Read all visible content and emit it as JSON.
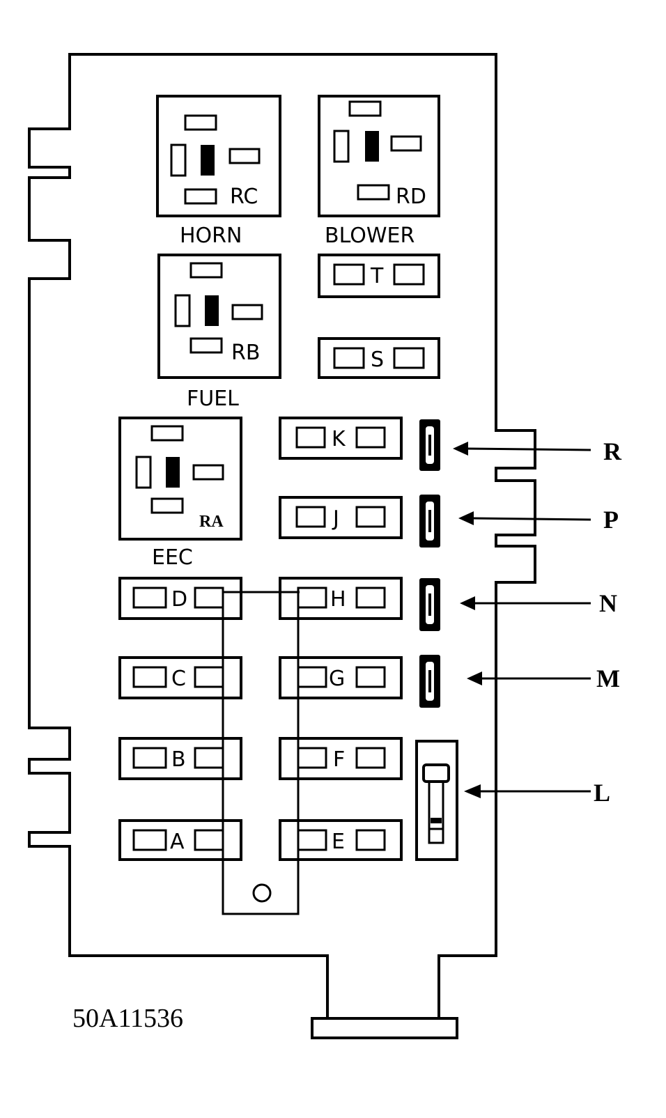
{
  "relays": {
    "rc": {
      "code": "RC",
      "name": "HORN"
    },
    "rd": {
      "code": "RD",
      "name": "BLOWER"
    },
    "rb": {
      "code": "RB",
      "name": "FUEL"
    },
    "ra": {
      "code": "RA",
      "name": "EEC"
    }
  },
  "fuses": {
    "t": "T",
    "s": "S",
    "k": "K",
    "j": "J",
    "d": "D",
    "h": "H",
    "c": "C",
    "g": "G",
    "b": "B",
    "f": "F",
    "a": "A",
    "e": "E"
  },
  "callouts": {
    "r": "R",
    "p": "P",
    "n": "N",
    "m": "M",
    "l": "L"
  },
  "figure_code": "50A11536"
}
